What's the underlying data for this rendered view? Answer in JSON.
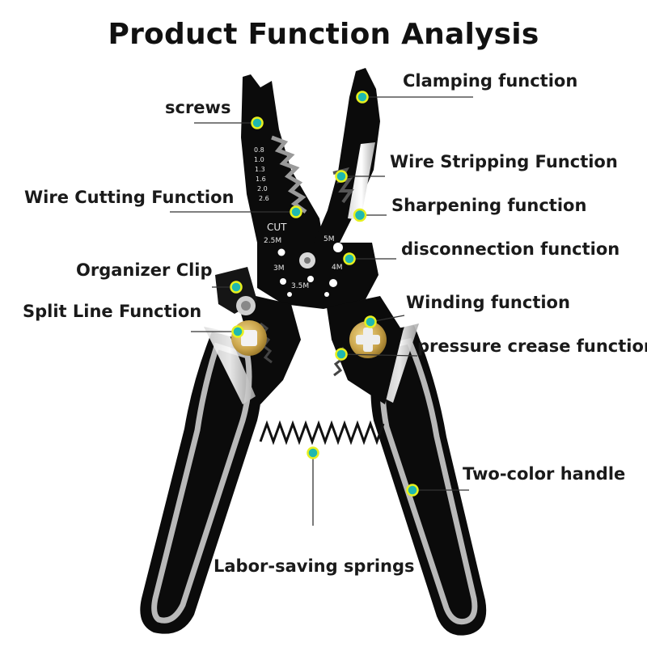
{
  "title": "Product Function Analysis",
  "labels": {
    "clamping": "Clamping function",
    "screws": "screws",
    "wire_stripping": "Wire Stripping Function",
    "wire_cutting": "Wire Cutting Function",
    "sharpening": "Sharpening function",
    "disconnection": "disconnection function",
    "organizer_clip": "Organizer Clip",
    "split_line": "Split Line Function",
    "winding": "Winding function",
    "pressure_crease": "pressure crease function",
    "two_color_handle": "Two-color handle",
    "labor_saving_springs": "Labor-saving springs"
  },
  "tool_markings": {
    "gauges": [
      "0.8",
      "1.0",
      "1.3",
      "1.6",
      "2.0",
      "2.6"
    ],
    "cut": "CUT",
    "holes": [
      "2.5M",
      "5M",
      "3M",
      "4M",
      "3.5M"
    ]
  },
  "colors": {
    "marker_fill": "#1fb8b0",
    "marker_ring": "#e6f01e",
    "tool_body": "#0b0b0b",
    "handle_stripe": "#b9b9b9",
    "brass": "#c9a34a"
  }
}
